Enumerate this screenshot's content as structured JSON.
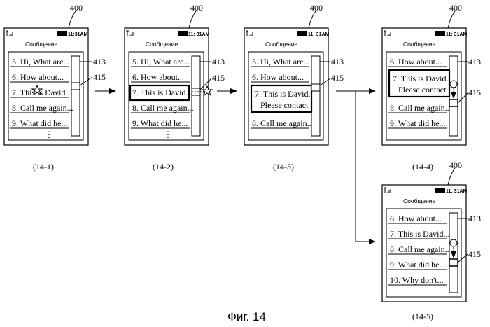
{
  "reference_numeral": "400",
  "callouts": {
    "scrollbar": "413",
    "slider": "415"
  },
  "figure_caption": "Фиг. 14",
  "panels": [
    {
      "label": "(14-1)",
      "status": {
        "signal_icon": "signal-icon",
        "battery_icon": "battery-icon",
        "time": "11:31AM"
      },
      "title": "Сообщение",
      "items": [
        "5. Hi, What are...",
        "6. How about...",
        "7. This is David...",
        "8. Call me again...",
        "9. What did he..."
      ],
      "more": "⋮"
    },
    {
      "label": "(14-2)",
      "status": {
        "signal_icon": "signal-icon",
        "battery_icon": "battery-icon",
        "time": "11: 31AM"
      },
      "title": "Сообщение",
      "items": [
        "5. Hi, What are...",
        "6. How about...",
        "7. This is David...",
        "8. Call me again...",
        "9. What did he..."
      ],
      "more": "⋮"
    },
    {
      "label": "(14-3)",
      "status": {
        "signal_icon": "signal-icon",
        "battery_icon": "battery-icon",
        "time": "11: 31AM"
      },
      "title": "Сообщение",
      "items": [
        "5. Hi, What are...",
        "6. How about...",
        "8. Call me again.."
      ],
      "expanded": [
        "7. This is David.",
        "Please contact"
      ]
    },
    {
      "label": "(14-4)",
      "status": {
        "signal_icon": "signal-icon",
        "battery_icon": "battery-icon",
        "time": "11: 31AM"
      },
      "title": "Сообщение",
      "items": [
        "6. How about...",
        "8. Call me again..",
        "9. What did he..."
      ],
      "expanded": [
        "7. This is David.",
        "Please contact"
      ]
    },
    {
      "label": "(14-5)",
      "status": {
        "signal_icon": "signal-icon",
        "battery_icon": "battery-icon",
        "time": "11: 31AM"
      },
      "title": "Сообщение",
      "items": [
        "6. How about...",
        "7. This is David...",
        "8. Call me again..",
        "9. What did he...",
        "10. Why don't..."
      ]
    }
  ]
}
